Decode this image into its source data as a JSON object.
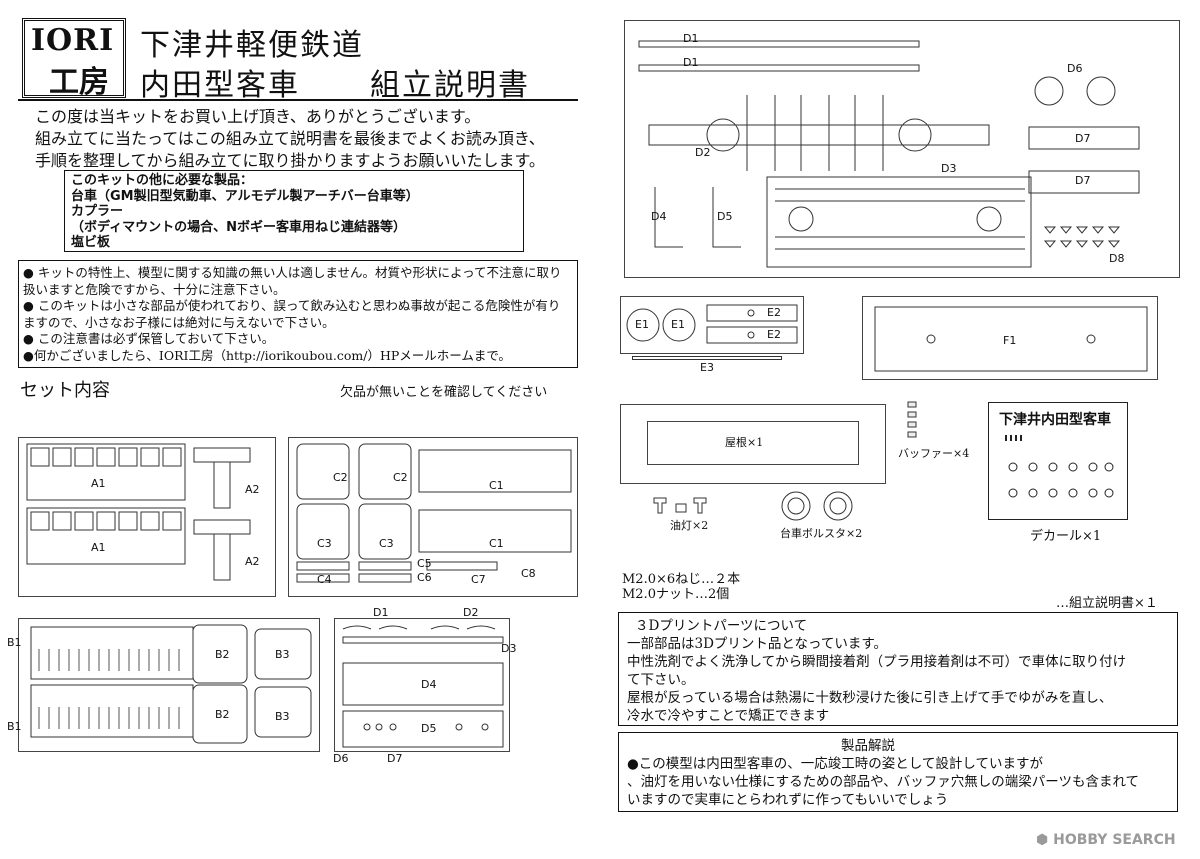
{
  "logo": {
    "line1": "IORI",
    "line2": "工房"
  },
  "header": {
    "title_line1": "下津井軽便鉄道",
    "title_line2": "内田型客車",
    "title_line3": "組立説明書"
  },
  "intro": [
    "この度は当キットをお買い上げ頂き、ありがとうございます。",
    "組み立てに当たってはこの組み立て説明書を最後までよくお読み頂き、",
    "手順を整理してから組み立てに取り掛かりますようお願いいたします。"
  ],
  "required": {
    "heading": "このキットの他に必要な製品：",
    "items": [
      "台車（GM製旧型気動車、アルモデル製アーチバー台車等）",
      "カプラー",
      "（ボディマウントの場合、Nボギー客車用ねじ連結器等）",
      "塩ビ板"
    ]
  },
  "warnings": [
    "● キットの特性上、模型に関する知識の無い人は適しません。材質や形状によって不注意に取り",
    "扱いますと危険ですから、十分に注意下さい。",
    "● このキットは小さな部品が使われており、誤って飲み込むと思わぬ事故が起こる危険性が有り",
    "ますので、小さなお子様には絶対に与えないで下さい。",
    "● この注意書は必ず保管しておいて下さい。",
    "●何かございましたら、IORI工房（http://iorikoubou.com/）HPメールホームまで。"
  ],
  "contents": {
    "heading": "セット内容",
    "note": "欠品が無いことを確認してください"
  },
  "labels": {
    "A1a": "A1",
    "A1b": "A1",
    "A2a": "A2",
    "A2b": "A2",
    "C2a": "C2",
    "C2b": "C2",
    "C1a": "C1",
    "C1b": "C1",
    "C3a": "C3",
    "C3b": "C3",
    "C4": "C4",
    "C5": "C5",
    "C6": "C6",
    "C7": "C7",
    "C8": "C8",
    "B1a": "B1",
    "B1b": "B1",
    "B2a": "B2",
    "B2b": "B2",
    "B3a": "B3",
    "B3b": "B3",
    "sD1": "D1",
    "sD2": "D2",
    "sD3": "D3",
    "sD4": "D4",
    "sD5": "D5",
    "sD6": "D6",
    "sD7": "D7",
    "D1a": "D1",
    "D1b": "D1",
    "D2": "D2",
    "D3": "D3",
    "D4": "D4",
    "D5": "D5",
    "D6": "D6",
    "D7a": "D7",
    "D7b": "D7",
    "D8": "D8",
    "E1a": "E1",
    "E1b": "E1",
    "E2a": "E2",
    "E2b": "E2",
    "E3": "E3",
    "F1": "F1"
  },
  "parts": {
    "roof": "屋根×1",
    "buffer": "バッファー×4",
    "lamp": "油灯×2",
    "bolster": "台車ボルスタ×2",
    "decal": "デカール×1",
    "decal_title": "下津井内田型客車",
    "screws": "M2.0×6ねじ…２本",
    "nuts": "M2.0ナット…2個",
    "manual": "…組立説明書×１"
  },
  "print3d": {
    "title": "３Dプリントパーツについて",
    "lines": [
      "一部部品は3Dプリント品となっています。",
      "中性洗剤でよく洗浄してから瞬間接着剤（プラ用接着剤は不可）で車体に取り付け",
      "て下さい。",
      "屋根が反っている場合は熱湯に十数秒浸けた後に引き上げて手でゆがみを直し、",
      "冷水で冷やすことで矯正できます"
    ]
  },
  "commentary": {
    "title": "製品解説",
    "lines": [
      "●この模型は内田型客車の、一応竣工時の姿として設計していますが",
      "、油灯を用いない仕様にするための部品や、バッファ穴無しの端梁パーツも含まれて",
      "いますので実車にとらわれずに作ってもいいでしょう"
    ]
  },
  "watermark": "HOBBY SEARCH"
}
